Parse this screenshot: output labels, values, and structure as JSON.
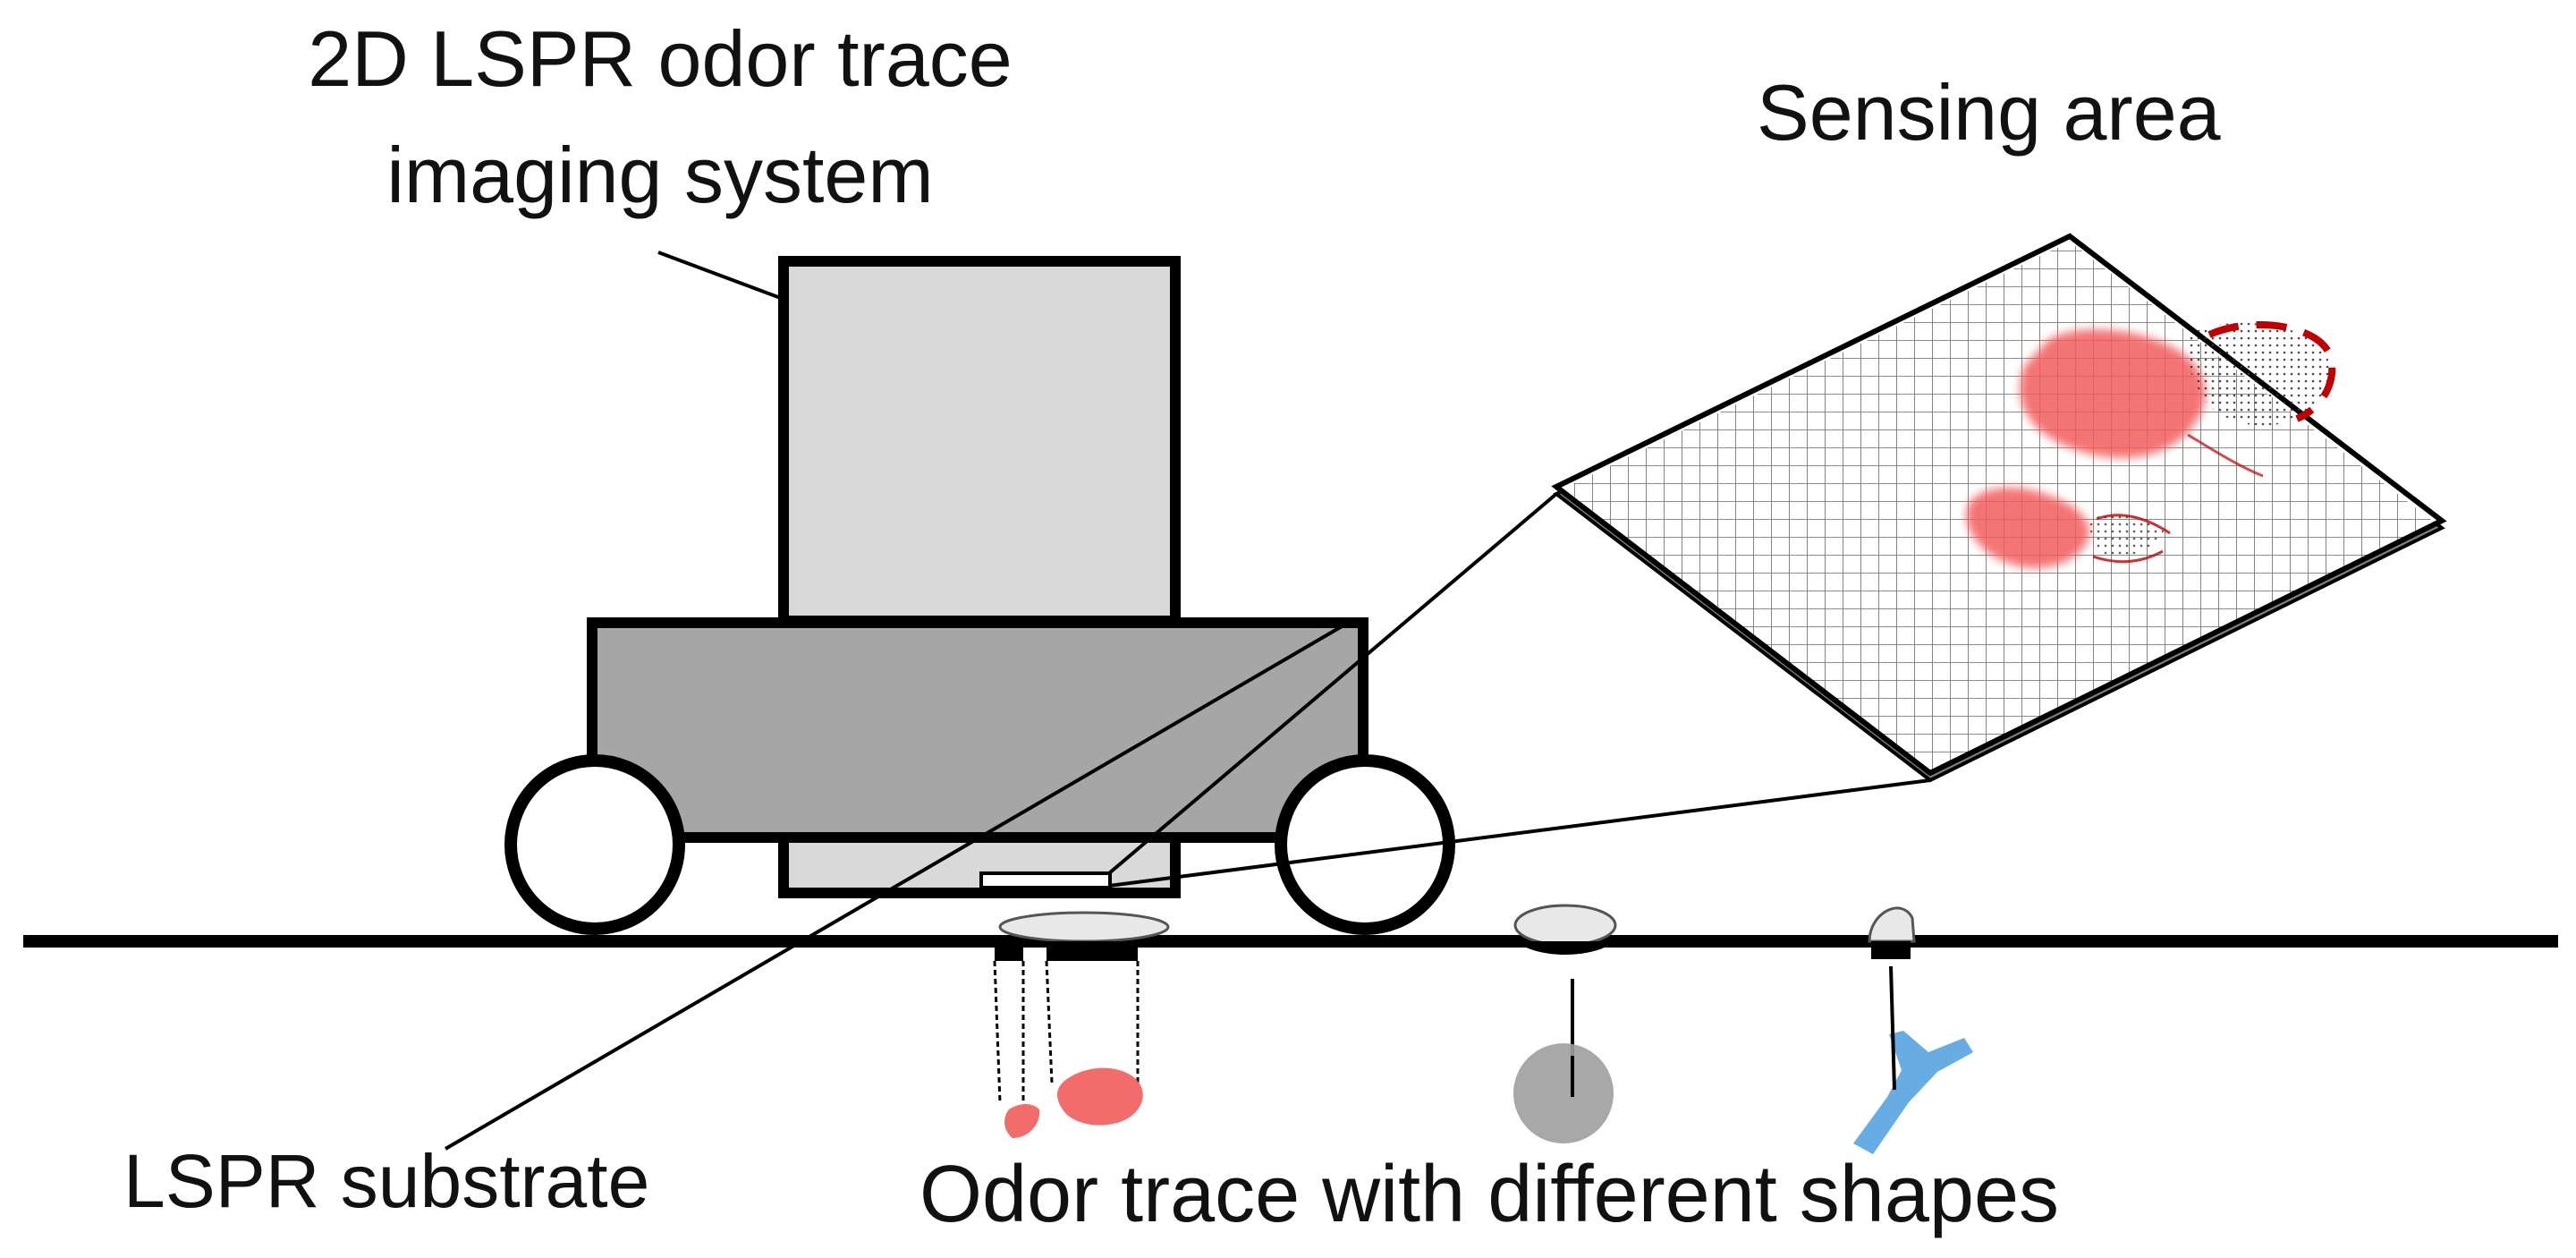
{
  "labels": {
    "system_line1": "2D LSPR odor trace",
    "system_line2": "imaging system",
    "sensing_area": "Sensing area",
    "lspr_substrate": "LSPR substrate",
    "odor_traces": "Odor trace with different shapes"
  },
  "colors": {
    "stroke": "#000000",
    "camera_body": "#d9d9d9",
    "vehicle_body": "#a6a6a6",
    "trace_red": "#f25c5c",
    "trace_gray": "#9e9e9e",
    "trace_blue": "#5fa8e0",
    "outline_red": "#c00000"
  },
  "odor_trace_shapes": [
    "footprint-icon",
    "circle-icon",
    "y-shape-icon"
  ]
}
